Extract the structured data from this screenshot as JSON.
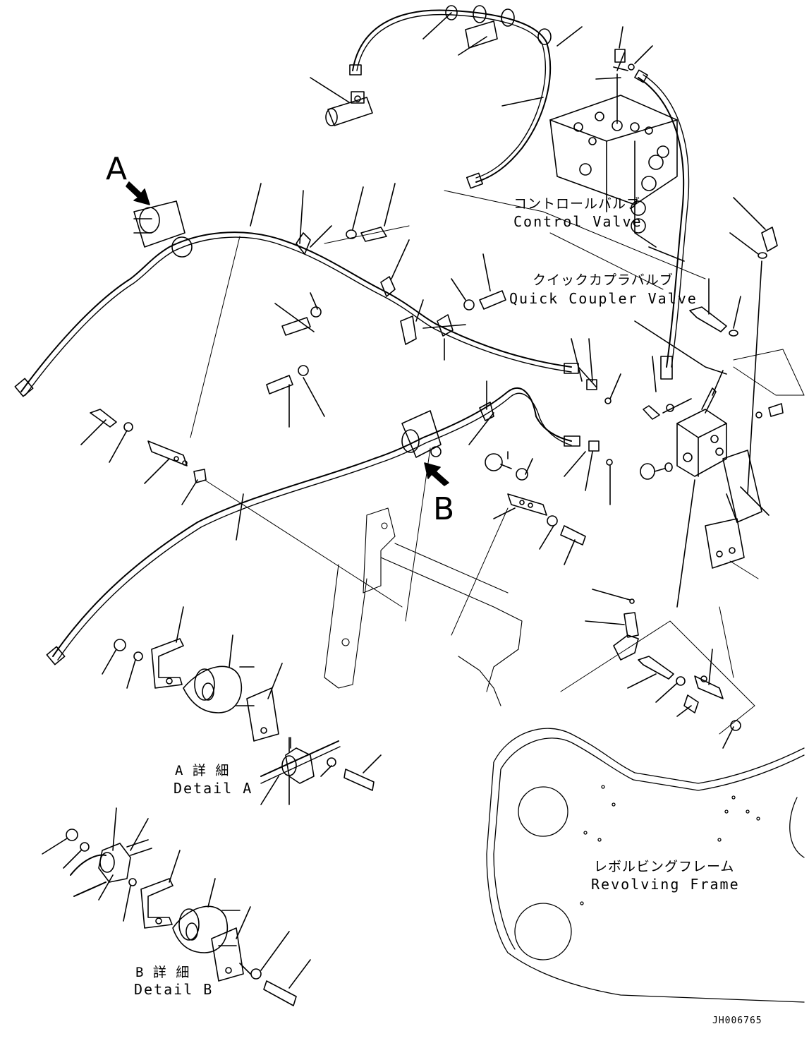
{
  "labels": {
    "view_a": "A",
    "view_b": "B",
    "control_valve_jp": "コントロールバルブ",
    "control_valve_en": "Control Valve",
    "quick_coupler_valve_jp": "クイックカプラバルブ",
    "quick_coupler_valve_en": "Quick Coupler Valve",
    "detail_a_jp": "A 詳 細",
    "detail_a_en": "Detail A",
    "detail_b_jp": "B 詳 細",
    "detail_b_en": "Detail B",
    "revolving_frame_jp": "レボルビングフレーム",
    "revolving_frame_en": "Revolving Frame",
    "drawing_code": "JH006765"
  },
  "colors": {
    "line": "#000000",
    "background": "#ffffff"
  }
}
